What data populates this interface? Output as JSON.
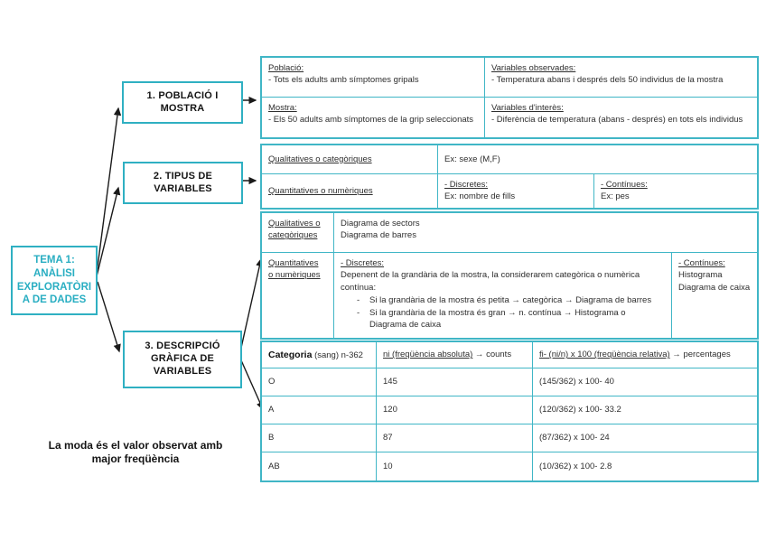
{
  "colors": {
    "box_border_teal": "#2fb0c2",
    "table_border_teal": "#40b6c6",
    "tema_text_teal": "#29aec2",
    "body_text": "#2e2e2e",
    "arrow_black": "#1a1a1a"
  },
  "tema": {
    "label": "TEMA 1:\nANÀLISI\nEXPLORATÒRI\nA DE DADES"
  },
  "nodes": {
    "n1": "1. POBLACIÓ I\nMOSTRA",
    "n2": "2. TIPUS DE\nVARIABLES",
    "n3": "3. DESCRIPCIÓ\nGRÀFICA DE\nVARIABLES"
  },
  "poblacio_table": {
    "cells": [
      {
        "label": "Població:",
        "body": "- Tots els adults amb símptomes gripals"
      },
      {
        "label": "Variables observades:",
        "body": "- Temperatura abans i després dels 50 individus de la mostra"
      },
      {
        "label": "Mostra:",
        "body": "- Els 50 adults amb símptomes de la grip seleccionats"
      },
      {
        "label": "Variables d'interès:",
        "body": "- Diferència de temperatura (abans - després) en tots els individus"
      }
    ]
  },
  "tipus_table": {
    "qualitatives": "Qualitatives o categòriques",
    "qualitatives_ex": "Ex: sexe (M,F)",
    "quantitatives": "Quantitatives o numèriques",
    "discretes_label": "- Discretes:",
    "discretes_ex": "Ex: nombre de fills",
    "continues_label": "- Contínues:",
    "continues_ex": "Ex: pes"
  },
  "grafics_table": {
    "qualitatives": "Qualitatives o\ncategòriques",
    "qualitatives_graphs": "Diagrama de sectors\nDiagrama de barres",
    "quantitatives": "Quantitatives\no numèriques",
    "discretes_label": "- Discretes:",
    "discretes_intro": "Depenent de la grandària de la mostra, la considerarem categòrica o numèrica\ncontínua:",
    "bullet_dash": "-",
    "bullets": [
      "Si la grandària de la mostra és petita → categòrica → Diagrama de barres",
      "Si la grandària de la mostra és gran →  n. contínua →  Histograma o\nDiagrama de caixa"
    ],
    "continues_label": "- Contínues:",
    "continues_body": "Histograma\nDiagrama de caixa"
  },
  "freq_table": {
    "header": {
      "cat_bold": "Categoria",
      "cat_rest": " (sang) n-362",
      "ni_u": "ni (freqüència absoluta)",
      "ni_rest": " → counts",
      "fi_u": "fi- (ni/n) x 100 (freqüència relativa)",
      "fi_rest": " → percentages"
    },
    "rows": [
      {
        "cat": "O",
        "ni": "145",
        "fi": "(145/362) x 100- 40"
      },
      {
        "cat": "A",
        "ni": "120",
        "fi": "(120/362) x 100- 33.2"
      },
      {
        "cat": "B",
        "ni": "87",
        "fi": "(87/362) x 100- 24"
      },
      {
        "cat": "AB",
        "ni": "10",
        "fi": "(10/362) x 100- 2.8"
      }
    ]
  },
  "note": "La moda és el valor observat amb\nmajor freqüència"
}
